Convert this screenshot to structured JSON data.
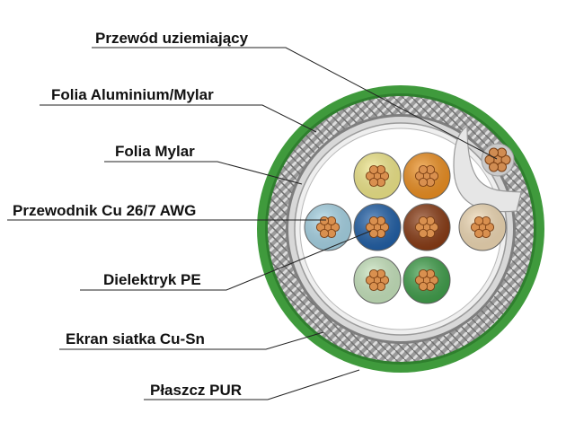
{
  "labels": {
    "ground_wire": "Przewód uziemiający",
    "foil_al_mylar": "Folia Aluminium/Mylar",
    "foil_mylar": "Folia Mylar",
    "conductor": "Przewodnik Cu 26/7 AWG",
    "dielectric": "Dielektryk PE",
    "braid": "Ekran siatka Cu-Sn",
    "jacket": "Płaszcz PUR"
  },
  "colors": {
    "jacket": "#3f9a3c",
    "braid": "#a9a9a9",
    "foil": "#e3e3e3",
    "interior": "#ffffff",
    "copper": "#d9904f",
    "insulation_yellow": "#f3ea8a",
    "insulation_orange": "#f0901f",
    "insulation_light_blue": "#a8d6e8",
    "insulation_blue": "#1f5fa8",
    "insulation_brown": "#8a3a12",
    "insulation_beige": "#f3dcb6",
    "insulation_light_green": "#c9e7bf",
    "insulation_green": "#3fa04a"
  }
}
